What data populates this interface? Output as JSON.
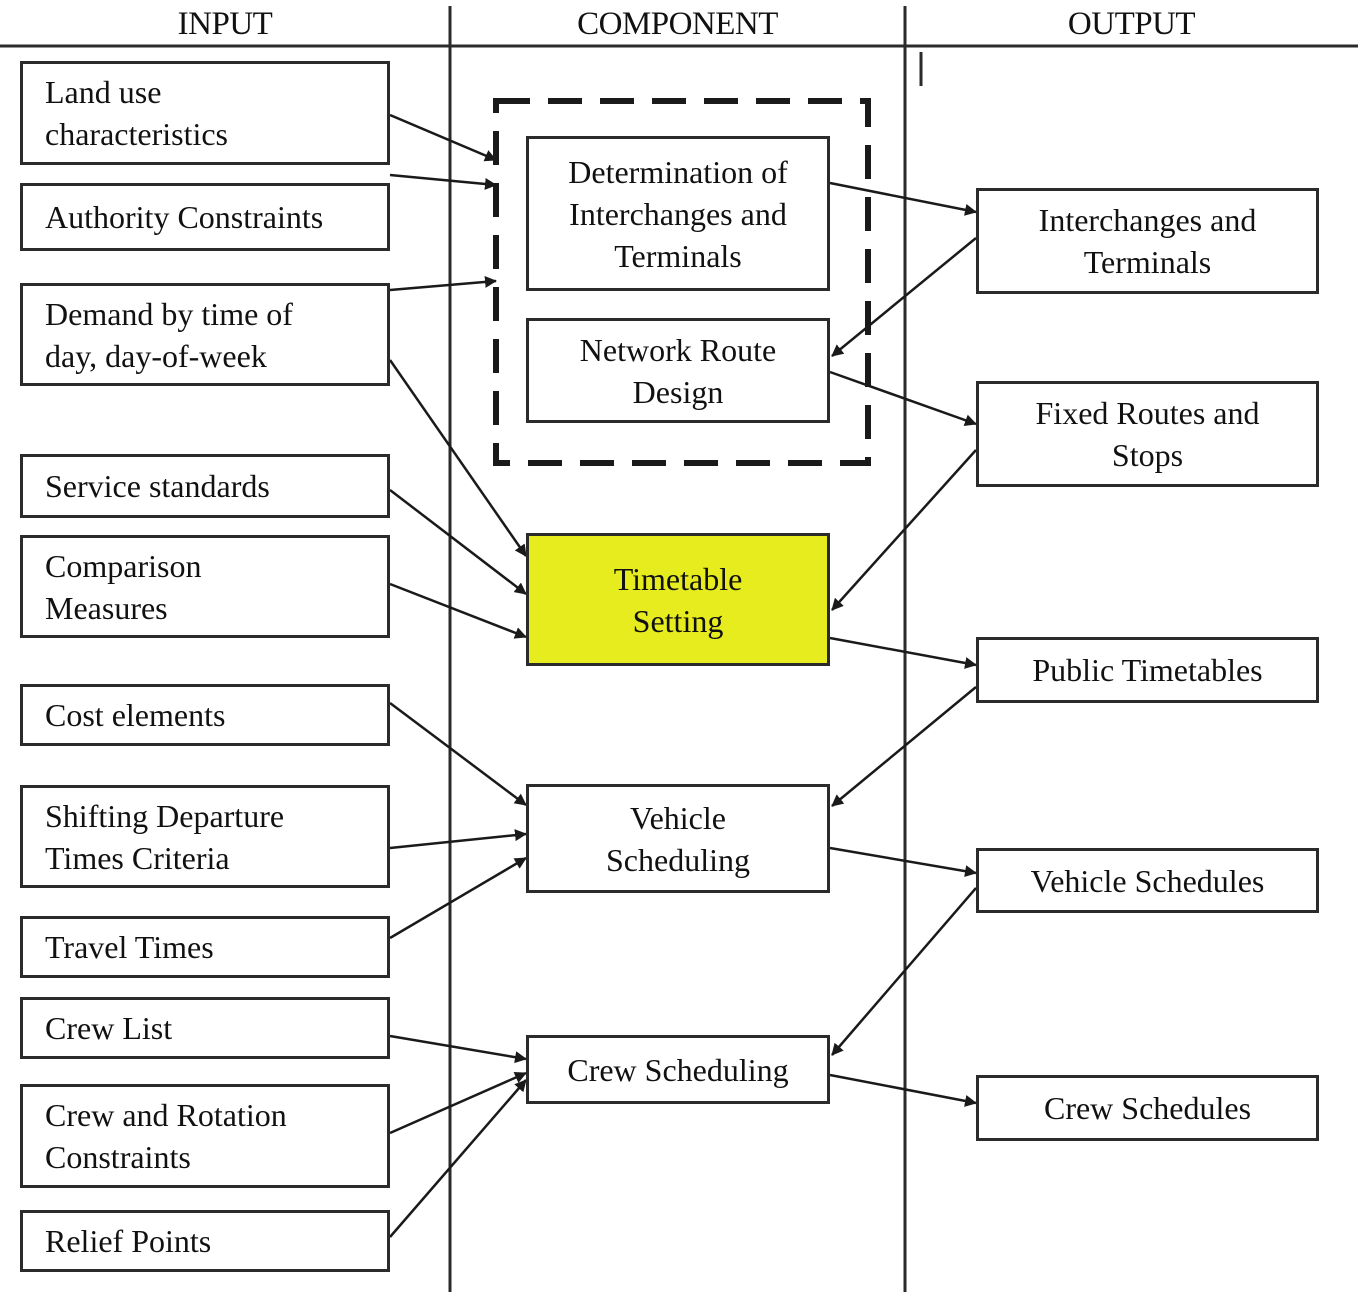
{
  "headers": {
    "input": "INPUT",
    "component": "COMPONENT",
    "output": "OUTPUT"
  },
  "inputs": {
    "land_use": "Land use\ncharacteristics",
    "authority": "Authority Constraints",
    "demand": "Demand by time of\nday, day-of-week",
    "service": "Service standards",
    "comparison": "Comparison\nMeasures",
    "cost": "Cost elements",
    "shifting": "Shifting Departure\nTimes Criteria",
    "travel": "Travel Times",
    "crew_list": "Crew List",
    "crew_rotation": "Crew and Rotation\nConstraints",
    "relief": "Relief Points"
  },
  "components": {
    "interchanges": "Determination of\nInterchanges and\nTerminals",
    "network": "Network Route\nDesign",
    "timetable": "Timetable\nSetting",
    "vehicle": "Vehicle\nScheduling",
    "crew": "Crew Scheduling"
  },
  "outputs": {
    "interchanges": "Interchanges and\nTerminals",
    "routes": "Fixed Routes and\nStops",
    "timetables": "Public Timetables",
    "vehicle": "Vehicle Schedules",
    "crew": "Crew Schedules"
  },
  "colors": {
    "highlight": "#e6ec1e",
    "line": "#2b2b2b"
  }
}
